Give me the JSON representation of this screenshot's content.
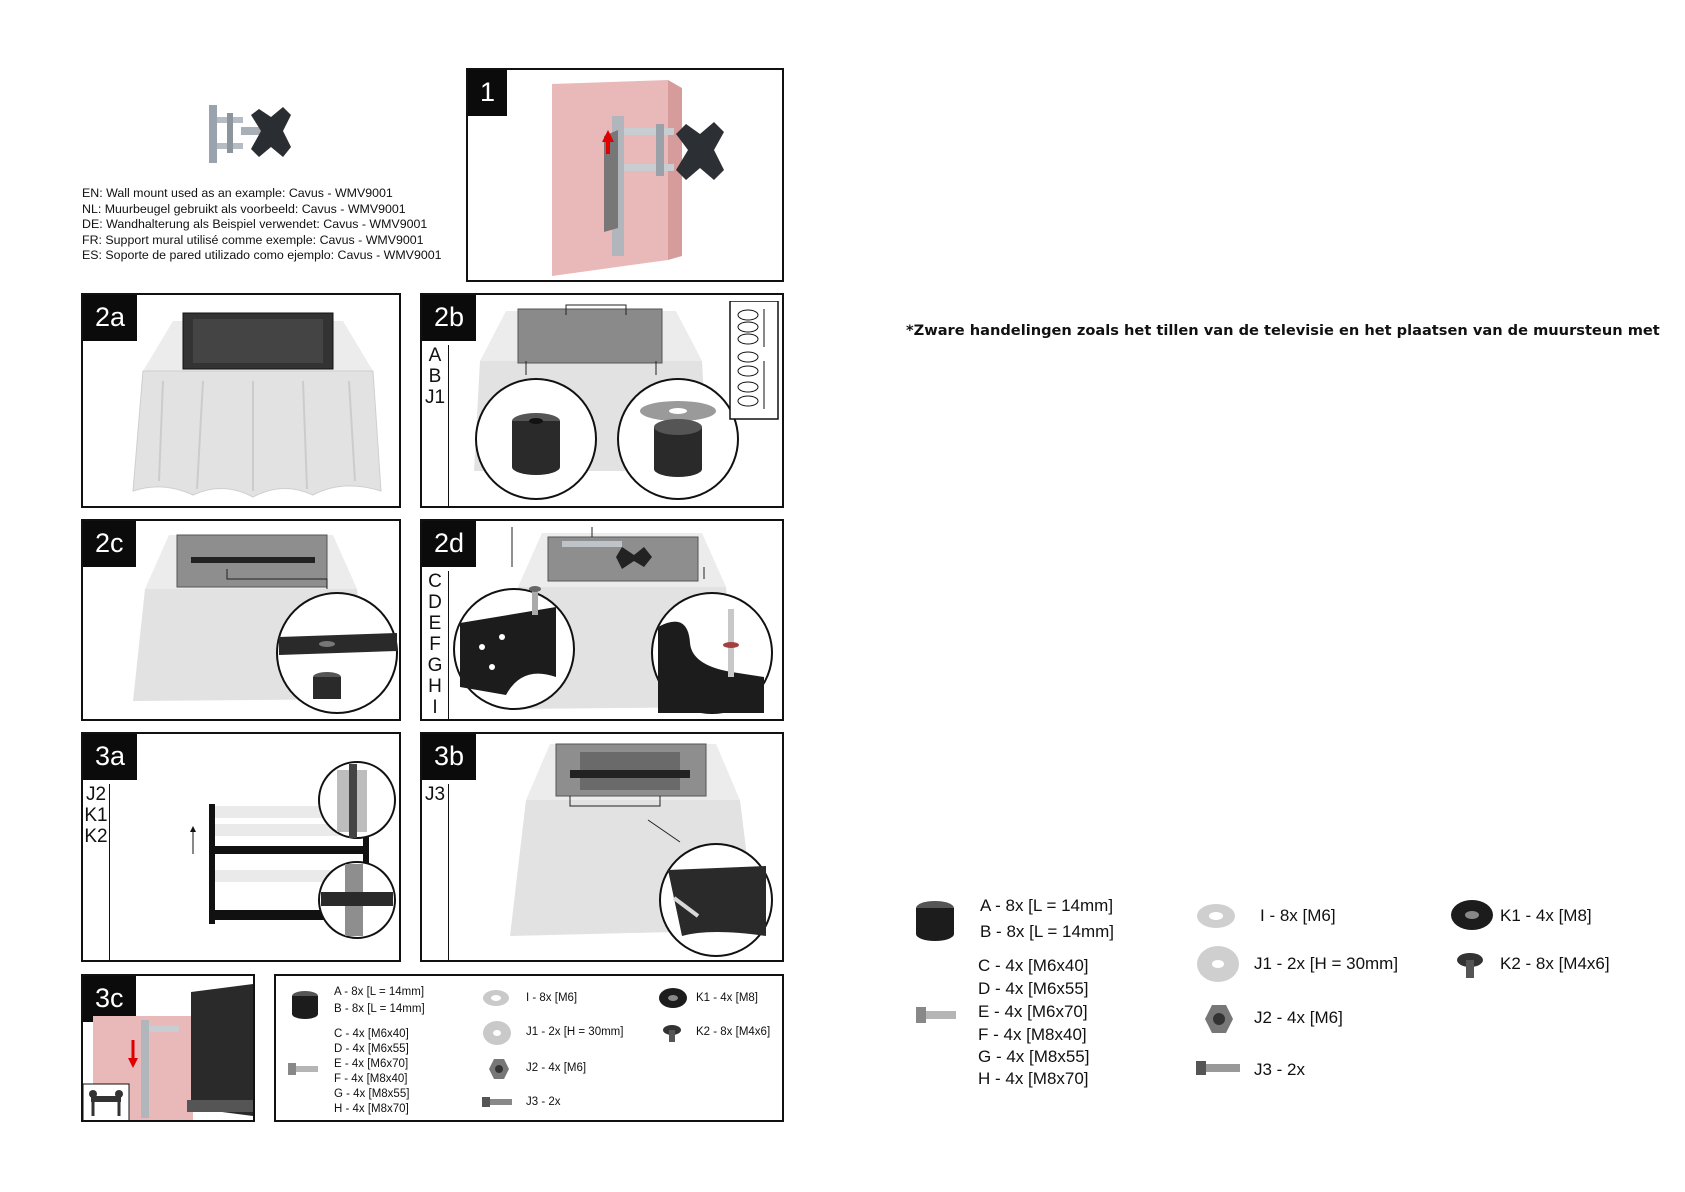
{
  "product_lines": [
    "EN: Wall mount used as an example: Cavus - WMV9001",
    "NL: Muurbeugel gebruikt als voorbeeld: Cavus - WMV9001",
    "DE: Wandhalterung als Beispiel verwendet: Cavus - WMV9001",
    "FR: Support mural utilisé comme exemple: Cavus - WMV9001",
    "ES: Soporte de pared utilizado como ejemplo: Cavus - WMV9001"
  ],
  "steps": {
    "s1": "1",
    "s2a": "2a",
    "s2b": "2b",
    "s2c": "2c",
    "s2d": "2d",
    "s3a": "3a",
    "s3b": "3b",
    "s3c": "3c"
  },
  "side_letters": {
    "s2b": [
      "A",
      "B",
      "J1"
    ],
    "s2d": [
      "C",
      "D",
      "E",
      "F",
      "G",
      "H",
      "I"
    ],
    "s3a": [
      "J2",
      "K1",
      "K2"
    ],
    "s3b": [
      "J3"
    ]
  },
  "notice": "*Zware handelingen zoals het tillen van de televisie en het plaatsen van de muursteun met",
  "parts": {
    "a": "A - 8x [L = 14mm]",
    "b": "B - 8x [L = 14mm]",
    "c": "C - 4x [M6x40]",
    "d": "D - 4x [M6x55]",
    "e": "E - 4x [M6x70]",
    "f": "F - 4x [M8x40]",
    "g": "G - 4x [M8x55]",
    "h": "H - 4x [M8x70]",
    "i": "I - 8x [M6]",
    "j1": "J1 - 2x [H = 30mm]",
    "j2": "J2 - 4x [M6]",
    "j3": "J3 - 2x",
    "k1": "K1 - 4x [M8]",
    "k2": "K2 - 8x [M4x6]"
  },
  "colors": {
    "wall": "#e8b4b4",
    "cloth": "#e6e6e6",
    "tv_dark": "#3a3a3a",
    "part_black": "#1c1c1c",
    "arrow": "#e00000"
  },
  "icons": [
    "wall-mount-icon",
    "spacer-icon",
    "bolt-icon",
    "washer-icon",
    "nut-icon",
    "screw-icon",
    "lifting-people-icon"
  ]
}
